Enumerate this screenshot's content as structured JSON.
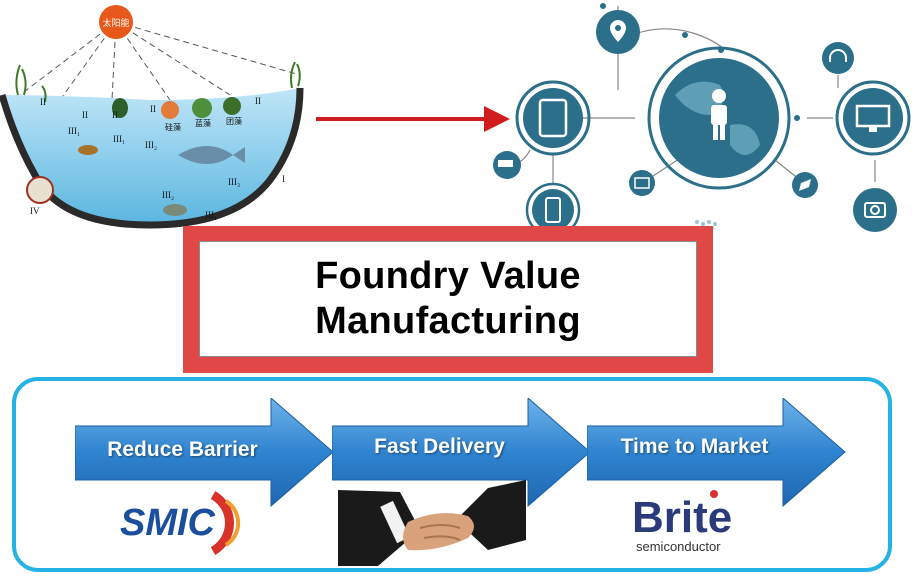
{
  "ecosystem": {
    "sun_label": "太阳能",
    "zone_labels": [
      "II",
      "II",
      "II",
      "II",
      "II",
      "III₁",
      "III₂",
      "III₃",
      "III₂",
      "III₁",
      "III₁",
      "I",
      "IV"
    ],
    "organism_labels": [
      "硅藻",
      "蓝藻",
      "团藻"
    ]
  },
  "title": {
    "line1": "Foundry Value",
    "line2": "Manufacturing"
  },
  "steps": [
    {
      "label": "Reduce Barrier"
    },
    {
      "label": "Fast Delivery"
    },
    {
      "label": "Time to Market"
    }
  ],
  "logos": {
    "smic": "SMIC",
    "brite_main": "Brite",
    "brite_sub": "semiconductor"
  },
  "colors": {
    "title_frame": "#e04848",
    "panel_border": "#25b2e6",
    "step_arrow": "#2f84d0",
    "iot_teal": "#2b6f8a",
    "red_arrow": "#d01c1c",
    "smic_blue": "#1b4f9e",
    "smic_red": "#d8322a",
    "brite_navy": "#2a3a7a"
  },
  "icons": [
    "location-pin-icon",
    "tablet-icon",
    "person-icon",
    "globe-icon",
    "monitor-icon",
    "headphones-icon",
    "camera-icon",
    "phone-icon",
    "tv-icon",
    "compass-icon",
    "cctv-icon",
    "handshake-icon",
    "sun-icon",
    "fish-icon"
  ]
}
